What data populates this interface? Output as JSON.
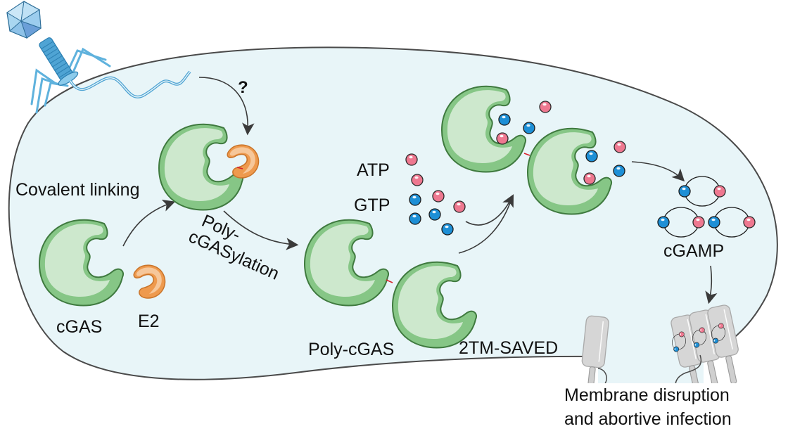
{
  "figure": {
    "title": "Phage infection triggers poly-cGASylation and 2TM-SAVED mediated abortive infection",
    "colors": {
      "cell_fill": "#e8f5f8",
      "cell_outline": "#4a4a4a",
      "cgas_light": "#cde8cd",
      "cgas_dark": "#86c686",
      "cgas_outline": "#3f7a3f",
      "e2_light": "#f6c79a",
      "e2_dark": "#ee9a4e",
      "atp": "#ee7890",
      "gtp": "#1d8fd6",
      "phage": "#5fb2dd",
      "channel": "#d4d4d4",
      "link": "#d8202a"
    },
    "icons": {
      "phage": "bacteriophage-icon",
      "cgas": "cgas-protein-icon",
      "e2": "e2-enzyme-icon",
      "atp": "atp-molecule-icon",
      "gtp": "gtp-molecule-icon",
      "cgamp": "cgamp-molecule-icon",
      "saved": "2tm-saved-channel-icon"
    }
  },
  "labels": {
    "question": "?",
    "covalent_linking": "Covalent linking",
    "poly_cgasylation_line1": "Poly-",
    "poly_cgasylation_line2": "cGASylation",
    "cgas": "cGAS",
    "e2": "E2",
    "atp": "ATP",
    "gtp": "GTP",
    "poly_cgas": "Poly-cGAS",
    "saved": "2TM-SAVED",
    "cgamp": "cGAMP",
    "outcome_line1": "Membrane disruption",
    "outcome_line2": "and abortive infection"
  }
}
